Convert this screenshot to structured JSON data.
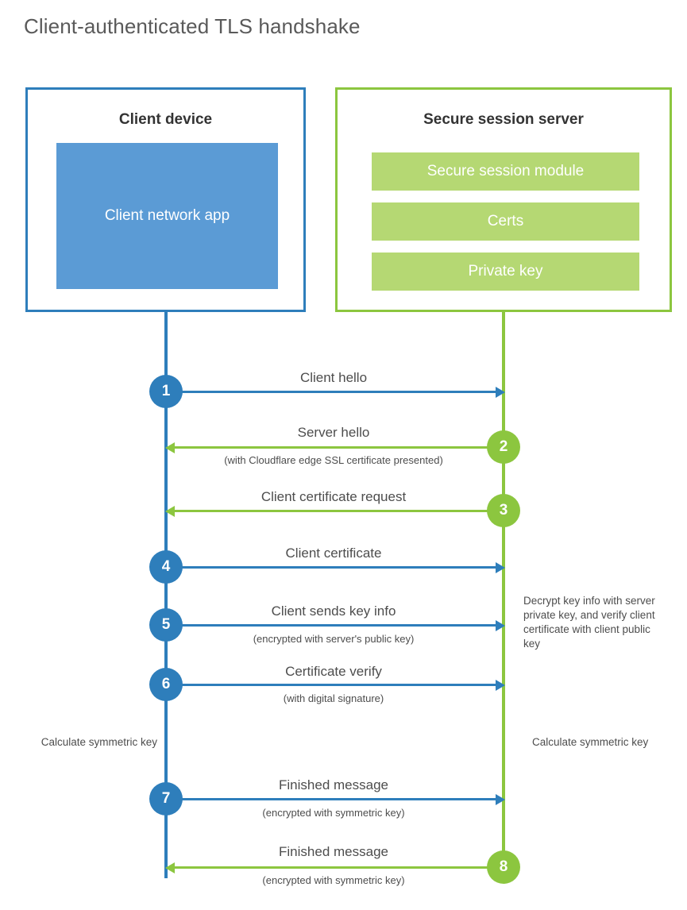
{
  "title": "Client-authenticated TLS handshake",
  "colors": {
    "blue_line": "#2e7ebb",
    "green_line": "#8cc63f",
    "blue_fill": "#5b9bd5",
    "green_fill": "#b5d873",
    "text": "#4d4d4d",
    "heading": "#333333"
  },
  "client_panel": {
    "title": "Client device",
    "app_label": "Client network app"
  },
  "server_panel": {
    "title": "Secure session server",
    "items": [
      {
        "label": "Secure session module"
      },
      {
        "label": "Certs"
      },
      {
        "label": "Private key"
      }
    ]
  },
  "steps": [
    {
      "number": "1",
      "side": "client",
      "direction": "right",
      "main": "Client hello",
      "sub": ""
    },
    {
      "number": "2",
      "side": "server",
      "direction": "left",
      "main": "Server hello",
      "sub": "(with Cloudflare edge SSL certificate presented)"
    },
    {
      "number": "3",
      "side": "server",
      "direction": "left",
      "main": "Client certificate request",
      "sub": ""
    },
    {
      "number": "4",
      "side": "client",
      "direction": "right",
      "main": "Client certificate",
      "sub": ""
    },
    {
      "number": "5",
      "side": "client",
      "direction": "right",
      "main": "Client sends key info",
      "sub": "(encrypted with server's public key)"
    },
    {
      "number": "6",
      "side": "client",
      "direction": "right",
      "main": "Certificate verify",
      "sub": "(with digital signature)"
    },
    {
      "number": "7",
      "side": "client",
      "direction": "right",
      "main": "Finished message",
      "sub": "(encrypted with symmetric key)"
    },
    {
      "number": "8",
      "side": "server",
      "direction": "left",
      "main": "Finished message",
      "sub": "(encrypted with symmetric key)"
    }
  ],
  "notes": {
    "decrypt": "Decrypt key info with server private key, and verify client certificate with client public key",
    "calculate_client": "Calculate symmetric key",
    "calculate_server": "Calculate symmetric key"
  }
}
